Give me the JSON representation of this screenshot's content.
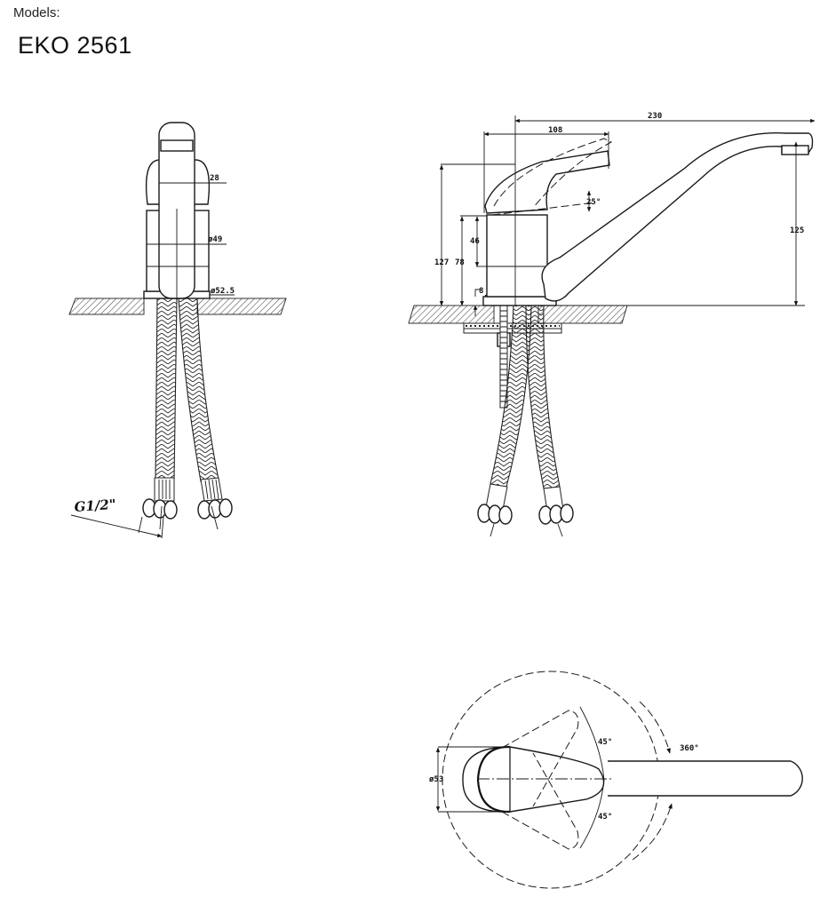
{
  "header": {
    "label": "Models:",
    "model": "EKO 2561"
  },
  "views": {
    "front": {
      "dims": {
        "lever_width": "28",
        "body_diameter": "ø49",
        "base_diameter": "ø52.5",
        "hose_thread": "G1/2\""
      }
    },
    "side": {
      "dims": {
        "reach": "230",
        "lever_length": "108",
        "lever_angle": "25°",
        "spout_height": "125",
        "total_height": "127",
        "body_height": "78",
        "cartridge_height": "46",
        "base_thickness": "8"
      }
    },
    "top": {
      "dims": {
        "body_diameter": "ø53",
        "lever_angle_up": "45°",
        "lever_angle_down": "45°",
        "spout_rotation": "360°"
      }
    }
  },
  "colors": {
    "line": "#1a1a1a",
    "background": "#ffffff",
    "hatch": "#555555"
  }
}
